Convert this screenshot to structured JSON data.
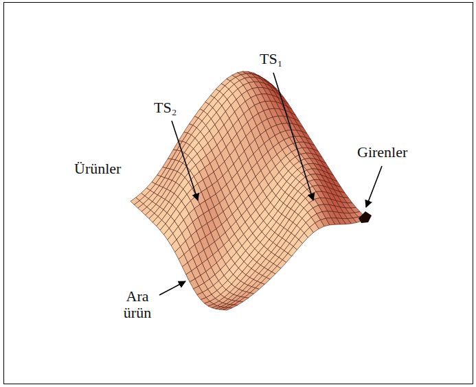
{
  "diagram": {
    "labels": [
      "TS₁",
      "TS₂",
      "Ürünler",
      "Girenler",
      "Ara ürün"
    ]
  }
}
